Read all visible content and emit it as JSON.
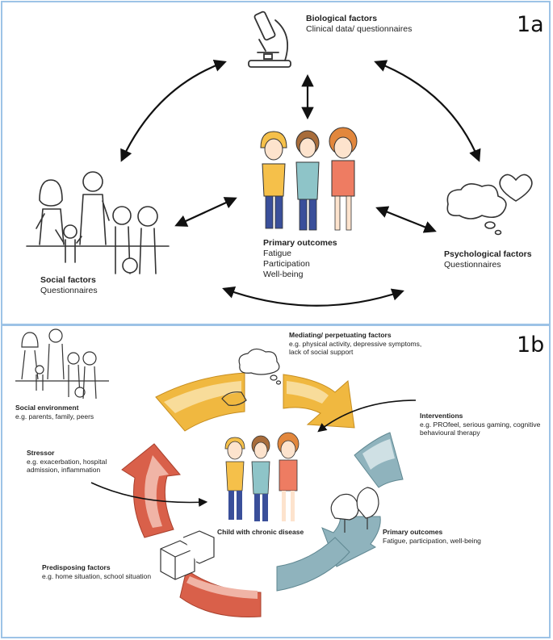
{
  "panel_a": {
    "label": "1a",
    "biological": {
      "title": "Biological factors",
      "sub": "Clinical data/ questionnaires"
    },
    "social": {
      "title": "Social factors",
      "sub": "Questionnaires"
    },
    "primary": {
      "title": "Primary outcomes",
      "items": [
        "Fatigue",
        "Participation",
        "Well-being"
      ]
    },
    "psychological": {
      "title": "Psychological factors",
      "sub": "Questionnaires"
    }
  },
  "panel_b": {
    "label": "1b",
    "mediating": {
      "title": "Mediating/ perpetuating factors",
      "lines": [
        "e.g. physical activity, depressive symptoms,",
        "lack of social support"
      ]
    },
    "social_env": {
      "title": "Social environment",
      "sub": "e.g. parents, family, peers"
    },
    "interventions": {
      "title": "Interventions",
      "lines": [
        "e.g. PROfeel, serious gaming, cognitive",
        "behavioural therapy"
      ]
    },
    "stressor": {
      "title": "Stressor",
      "lines": [
        "e.g. exacerbation, hospital",
        "admission, inflammation"
      ]
    },
    "child": {
      "title": "Child with chronic disease"
    },
    "primary": {
      "title": "Primary outcomes",
      "sub": "Fatigue, participation, well-being"
    },
    "predisposing": {
      "title": "Predisposing factors",
      "sub": "e.g. home situation, school situation"
    }
  },
  "colors": {
    "border": "#9dc3e6",
    "yellow": "#f0b840",
    "teal": "#8fb3bd",
    "red": "#d9604a",
    "kid_yellow": "#f5c04a",
    "kid_teal": "#8ec4c8",
    "kid_red": "#ee7c62",
    "jeans": "#3a4f9a"
  }
}
